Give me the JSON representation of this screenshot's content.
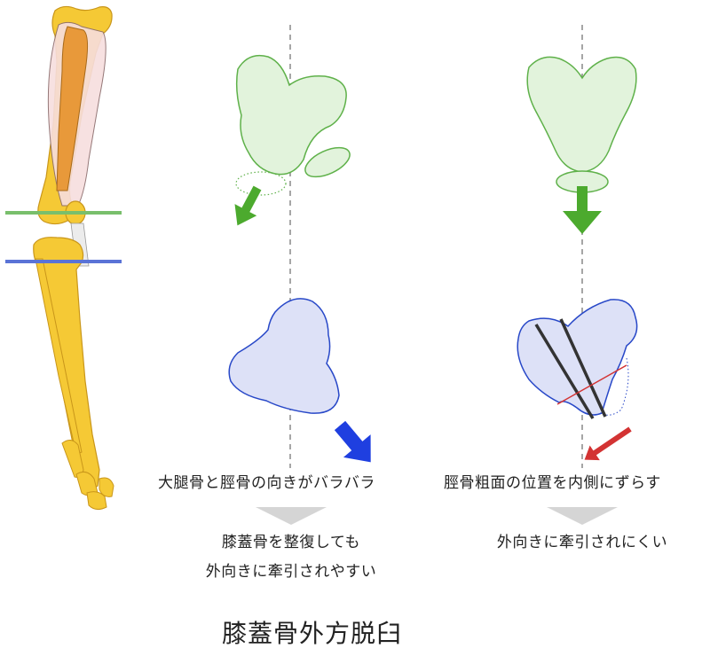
{
  "title": "膝蓋骨外方脱臼",
  "left_column": {
    "caption": "大腿骨と脛骨の向きがバラバラ",
    "result_line1": "膝蓋骨を整復しても",
    "result_line2": "外向きに牽引されやすい"
  },
  "right_column": {
    "caption": "脛骨粗面の位置を内側にずらす",
    "result_line1": "外向きに牽引されにくい"
  },
  "colors": {
    "bone_fill": "#f5c935",
    "bone_stroke": "#c9961a",
    "muscle_fill": "#f7dede",
    "tendon_fill": "#e8993a",
    "femur_fill": "#e2f3dc",
    "femur_stroke": "#5fb14a",
    "femur_arrow": "#4caa2e",
    "tibia_fill": "#dde1f7",
    "tibia_stroke": "#2848c8",
    "tibia_arrow": "#1f3fe0",
    "red_arrow": "#d33333",
    "green_line": "#79bf6c",
    "blue_line": "#5a73d6",
    "dashed_axis": "#888888",
    "hint_arrow": "#d5d5d5"
  }
}
